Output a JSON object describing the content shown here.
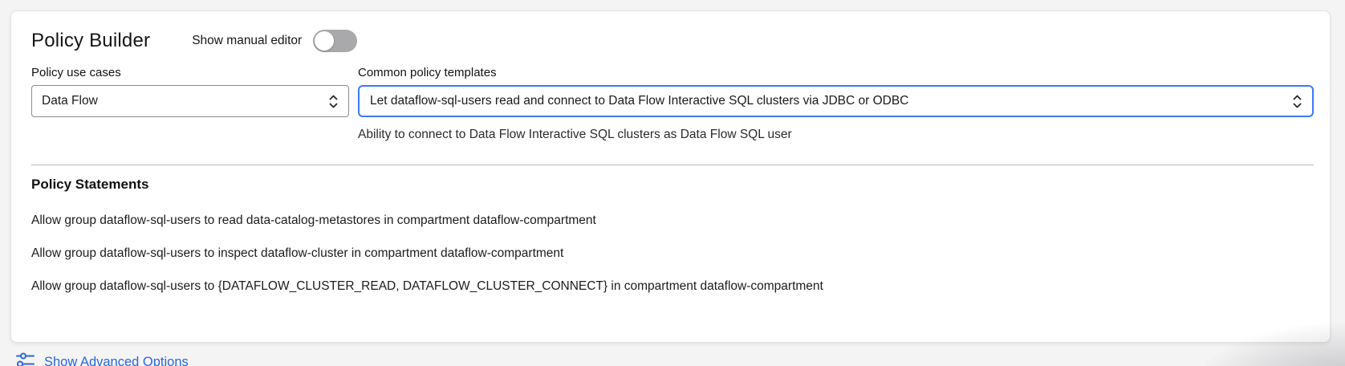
{
  "header": {
    "title": "Policy Builder",
    "manual_editor_label": "Show manual editor",
    "manual_editor_state": "off"
  },
  "use_cases": {
    "label": "Policy use cases",
    "selected": "Data Flow"
  },
  "templates": {
    "label": "Common policy templates",
    "selected": "Let dataflow-sql-users read and connect to Data Flow Interactive SQL clusters via JDBC or ODBC",
    "description": "Ability to connect to Data Flow Interactive SQL clusters as Data Flow SQL user"
  },
  "statements": {
    "heading": "Policy Statements",
    "items": [
      "Allow group dataflow-sql-users to read data-catalog-metastores in compartment dataflow-compartment",
      "Allow group dataflow-sql-users to inspect dataflow-cluster in compartment dataflow-compartment",
      "Allow group dataflow-sql-users to {DATAFLOW_CLUSTER_READ, DATAFLOW_CLUSTER_CONNECT} in compartment dataflow-compartment"
    ]
  },
  "footer": {
    "advanced_options_label": "Show Advanced Options"
  },
  "colors": {
    "focus_border_blue": "#3d7af5",
    "link_blue": "#2a66d9",
    "toggle_off_gray": "#a9a9ab",
    "card_background": "#ffffff",
    "page_background": "#f4f4f5"
  }
}
